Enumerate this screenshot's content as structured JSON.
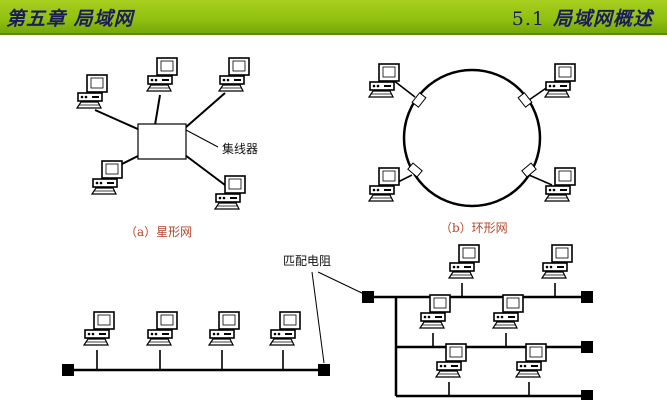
{
  "header": {
    "chapter": "第五章 局域网",
    "section_num": "5.1",
    "section_title": "局域网概述"
  },
  "labels": {
    "hub": "集线器",
    "star": "（a）星形网",
    "ring": "（b）环形网",
    "terminator": "匹配电阻"
  },
  "colors": {
    "header_green": "#8fc010",
    "title_text": "#1c1c5c",
    "caption": "#b5452a"
  },
  "icons": {
    "computer": "computer-icon",
    "terminator": "terminator-block",
    "hub": "hub-box",
    "ring_interface": "ring-interface"
  }
}
